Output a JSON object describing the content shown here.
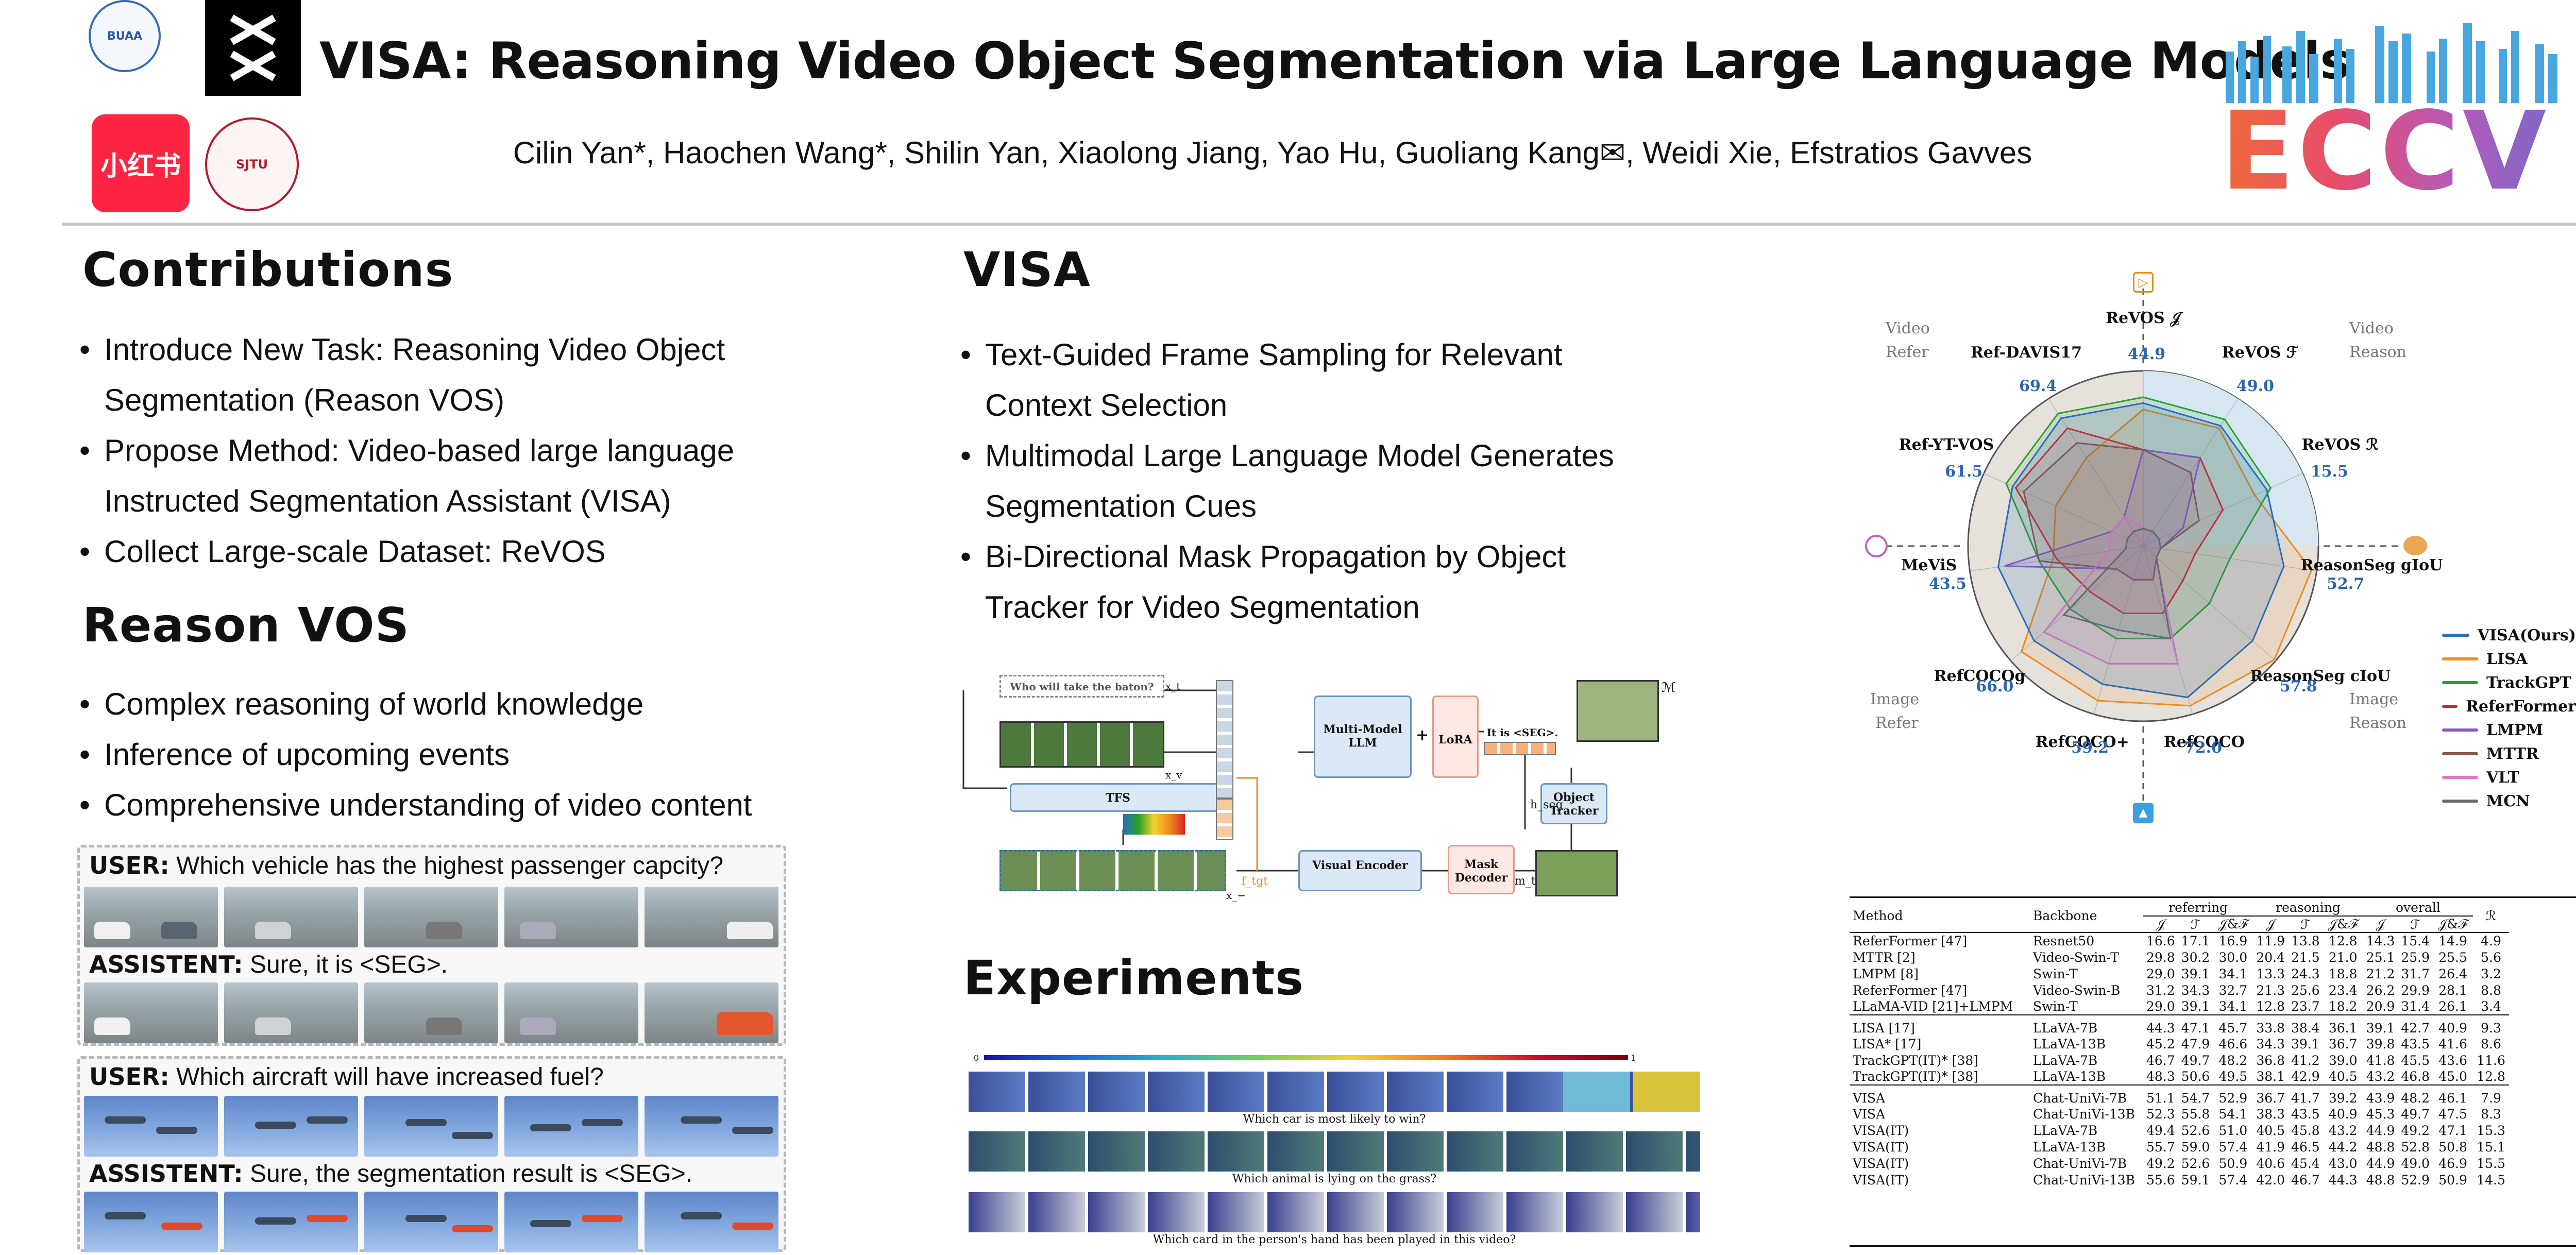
{
  "header": {
    "title": "VISA: Reasoning Video Object Segmentation via Large Language Models",
    "authors": "Cilin Yan*, Haochen Wang*, Shilin Yan, Xiaolong Jiang, Yao Hu, Guoliang Kang✉, Weidi Xie, Efstratios Gavves",
    "logo_xhs": "小红书",
    "logo_eccv": "ECCV"
  },
  "contributions": {
    "heading": "Contributions",
    "items": [
      "Introduce New Task: Reasoning Video Object",
      "Segmentation (Reason VOS)",
      "Propose Method: Video-based large language",
      "Instructed Segmentation Assistant (VISA)",
      "Collect Large-scale Dataset: ReVOS"
    ]
  },
  "reason_vos": {
    "heading": "Reason VOS",
    "items": [
      "Complex reasoning of world knowledge",
      "Inference of upcoming events",
      "Comprehensive understanding of video content"
    ]
  },
  "dialog1": {
    "user_label": "USER:",
    "user_text": "Which vehicle has the highest passenger capcity?",
    "asst_label": "ASSISTENT:",
    "asst_text": "Sure, it is <SEG>."
  },
  "dialog2": {
    "user_label": "USER:",
    "user_text": "Which aircraft will have increased fuel?",
    "asst_label": "ASSISTENT:",
    "asst_text": "Sure, the segmentation result is <SEG>."
  },
  "visa": {
    "heading": "VISA",
    "items": [
      "Text-Guided Frame Sampling for Relevant",
      "Context Selection",
      "Multimodal Large Language Model Generates",
      "Segmentation Cues",
      "Bi-Directional Mask Propagation by Object",
      "Tracker for Video Segmentation"
    ]
  },
  "pipeline": {
    "question": "Who will take the baton?",
    "xt": "x_t",
    "xv": "x_v",
    "xminus": "x_−",
    "tfs": "TFS",
    "mllm": "Multi-Model LLM",
    "lora": "LoRA",
    "seg_text": "It is <SEG>.",
    "m_label": "ℳ",
    "object_tracker": "Object Tracker",
    "hseg": "h_seg",
    "visual_encoder": "Visual Encoder",
    "mask_decoder": "Mask Decoder",
    "ftgt": "f_tgt",
    "mtgt": "m_tgt"
  },
  "experiments": {
    "heading": "Experiments",
    "scale_min": "0",
    "scale_max": "1",
    "captions": [
      "Which car is most likely to win?",
      "Which animal is lying on the grass?",
      "Which card in the person's hand has been played in this video?"
    ]
  },
  "radar": {
    "axes": [
      "ReVOS 𝒥",
      "ReVOS ℱ",
      "ReVOS ℛ",
      "ReasonSeg gIoU",
      "ReasonSeg cIoU",
      "RefCOCO",
      "RefCOCO+",
      "RefCOCOg",
      "MeViS",
      "Ref-YT-VOS",
      "Ref-DAVIS17"
    ],
    "visa_values": [
      "44.9",
      "49.0",
      "15.5",
      "52.7",
      "57.8",
      "72.0",
      "59.2",
      "66.0",
      "43.5",
      "61.5",
      "69.4"
    ],
    "corner_labels": {
      "tl_1": "Video",
      "tl_2": "Refer",
      "tr_1": "Video",
      "tr_2": "Reason",
      "bl_1": "Image",
      "bl_2": "Refer",
      "br_1": "Image",
      "br_2": "Reason"
    },
    "legend": [
      {
        "name": "VISA(Ours)",
        "color": "#2a6db8"
      },
      {
        "name": "LISA",
        "color": "#ef8a1d"
      },
      {
        "name": "TrackGPT",
        "color": "#2aa02a"
      },
      {
        "name": "ReferFormer",
        "color": "#d62728"
      },
      {
        "name": "LMPM",
        "color": "#8c55c6"
      },
      {
        "name": "MTTR",
        "color": "#8c564b"
      },
      {
        "name": "VLT",
        "color": "#e377c2"
      },
      {
        "name": "MCN",
        "color": "#6b6b6b"
      }
    ]
  },
  "chart_data": {
    "type": "table",
    "title": "",
    "columns": [
      "Method",
      "Backbone",
      "referring 𝒥",
      "referring ℱ",
      "referring 𝒥&ℱ",
      "reasoning 𝒥",
      "reasoning ℱ",
      "reasoning 𝒥&ℱ",
      "overall 𝒥",
      "overall ℱ",
      "overall 𝒥&ℱ",
      "ℛ"
    ],
    "group_headers": [
      "referring",
      "reasoning",
      "overall"
    ],
    "rows": [
      [
        "ReferFormer [47]",
        "Resnet50",
        "16.6",
        "17.1",
        "16.9",
        "11.9",
        "13.8",
        "12.8",
        "14.3",
        "15.4",
        "14.9",
        "4.9"
      ],
      [
        "MTTR [2]",
        "Video-Swin-T",
        "29.8",
        "30.2",
        "30.0",
        "20.4",
        "21.5",
        "21.0",
        "25.1",
        "25.9",
        "25.5",
        "5.6"
      ],
      [
        "LMPM [8]",
        "Swin-T",
        "29.0",
        "39.1",
        "34.1",
        "13.3",
        "24.3",
        "18.8",
        "21.2",
        "31.7",
        "26.4",
        "3.2"
      ],
      [
        "ReferFormer [47]",
        "Video-Swin-B",
        "31.2",
        "34.3",
        "32.7",
        "21.3",
        "25.6",
        "23.4",
        "26.2",
        "29.9",
        "28.1",
        "8.8"
      ],
      [
        "LLaMA-VID [21]+LMPM",
        "Swin-T",
        "29.0",
        "39.1",
        "34.1",
        "12.8",
        "23.7",
        "18.2",
        "20.9",
        "31.4",
        "26.1",
        "3.4"
      ],
      [
        "LISA [17]",
        "LLaVA-7B",
        "44.3",
        "47.1",
        "45.7",
        "33.8",
        "38.4",
        "36.1",
        "39.1",
        "42.7",
        "40.9",
        "9.3"
      ],
      [
        "LISA* [17]",
        "LLaVA-13B",
        "45.2",
        "47.9",
        "46.6",
        "34.3",
        "39.1",
        "36.7",
        "39.8",
        "43.5",
        "41.6",
        "8.6"
      ],
      [
        "TrackGPT(IT)* [38]",
        "LLaVA-7B",
        "46.7",
        "49.7",
        "48.2",
        "36.8",
        "41.2",
        "39.0",
        "41.8",
        "45.5",
        "43.6",
        "11.6"
      ],
      [
        "TrackGPT(IT)* [38]",
        "LLaVA-13B",
        "48.3",
        "50.6",
        "49.5",
        "38.1",
        "42.9",
        "40.5",
        "43.2",
        "46.8",
        "45.0",
        "12.8"
      ],
      [
        "VISA",
        "Chat-UniVi-7B",
        "51.1",
        "54.7",
        "52.9",
        "36.7",
        "41.7",
        "39.2",
        "43.9",
        "48.2",
        "46.1",
        "7.9"
      ],
      [
        "VISA",
        "Chat-UniVi-13B",
        "52.3",
        "55.8",
        "54.1",
        "38.3",
        "43.5",
        "40.9",
        "45.3",
        "49.7",
        "47.5",
        "8.3"
      ],
      [
        "VISA(IT)",
        "LLaVA-7B",
        "49.4",
        "52.6",
        "51.0",
        "40.5",
        "45.8",
        "43.2",
        "44.9",
        "49.2",
        "47.1",
        "15.3"
      ],
      [
        "VISA(IT)",
        "LLaVA-13B",
        "55.7",
        "59.0",
        "57.4",
        "41.9",
        "46.5",
        "44.2",
        "48.8",
        "52.8",
        "50.8",
        "15.1"
      ],
      [
        "VISA(IT)",
        "Chat-UniVi-7B",
        "49.2",
        "52.6",
        "50.9",
        "40.6",
        "45.4",
        "43.0",
        "44.9",
        "49.0",
        "46.9",
        "15.5"
      ],
      [
        "VISA(IT)",
        "Chat-UniVi-13B",
        "55.6",
        "59.1",
        "57.4",
        "42.0",
        "46.7",
        "44.3",
        "48.8",
        "52.9",
        "50.9",
        "14.5"
      ]
    ]
  }
}
